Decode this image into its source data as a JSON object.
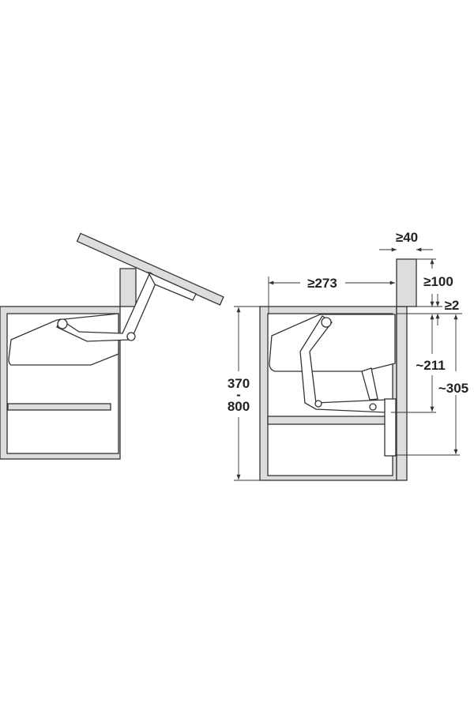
{
  "diagram": {
    "title": "Lift-up flap fitting installation dimensions",
    "dimensions": {
      "width_min": "≥273",
      "panel_thickness": "≥40",
      "top_clearance": "≥100",
      "gap": "≥2",
      "fitting_height": "~211",
      "mount_height": "~305",
      "cabinet_height_min": "370",
      "cabinet_height_sep": "-",
      "cabinet_height_max": "800"
    },
    "colors": {
      "panel": "#dcdddf",
      "line": "#333333"
    }
  }
}
